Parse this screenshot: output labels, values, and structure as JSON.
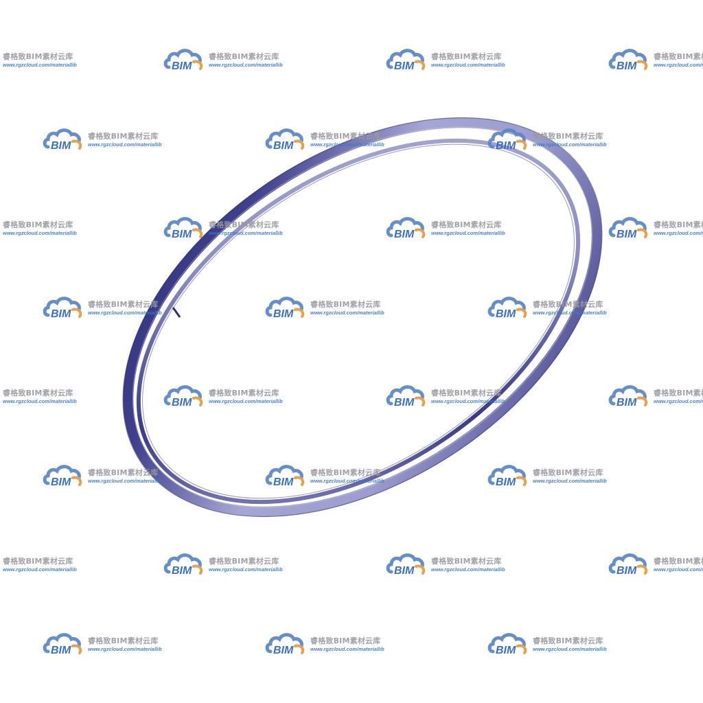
{
  "watermark": {
    "logo_text": "BIM",
    "title": "睿格致BIM素材云库",
    "url": "www.rgzcloud.com/materiallib",
    "colors": {
      "cloud": "#5a86c6",
      "arc": "#e89a3a",
      "logo_text": "#2f64b8",
      "title": "#9a9aa0",
      "url": "#3c78c4"
    }
  },
  "model": {
    "object": "ring-band",
    "colors": {
      "light": "#a6a6d4",
      "mid": "#7f7fb8",
      "dark": "#2e2e78"
    }
  }
}
